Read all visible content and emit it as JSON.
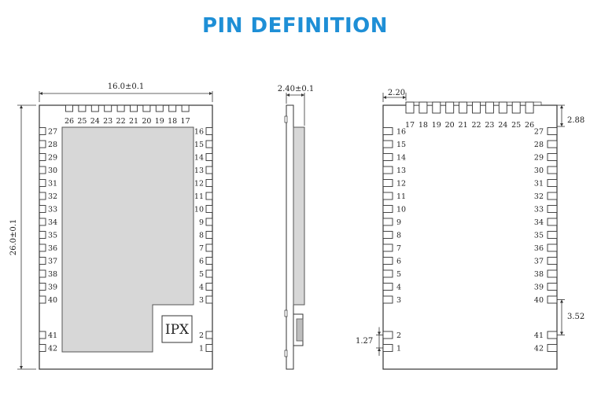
{
  "title": "PIN DEFINITION",
  "front_view": {
    "width_dim": "16.0±0.1",
    "height_dim": "26.0±0.1",
    "top_pins": [
      "26",
      "25",
      "24",
      "23",
      "22",
      "21",
      "20",
      "19",
      "18",
      "17"
    ],
    "left_pins": [
      "27",
      "28",
      "29",
      "30",
      "31",
      "32",
      "33",
      "34",
      "35",
      "36",
      "37",
      "38",
      "39",
      "40",
      "41",
      "42"
    ],
    "right_pins": [
      "16",
      "15",
      "14",
      "13",
      "12",
      "11",
      "10",
      "9",
      "8",
      "7",
      "6",
      "5",
      "4",
      "3",
      "2",
      "1"
    ],
    "antenna_label": "IPX"
  },
  "side_view": {
    "thickness_dim": "2.40±0.1"
  },
  "pad_view": {
    "top_pins": [
      "17",
      "18",
      "19",
      "20",
      "21",
      "22",
      "23",
      "24",
      "25",
      "26"
    ],
    "left_pins": [
      "16",
      "15",
      "14",
      "13",
      "12",
      "11",
      "10",
      "9",
      "8",
      "7",
      "6",
      "5",
      "4",
      "3",
      "2",
      "1"
    ],
    "right_pins": [
      "27",
      "28",
      "29",
      "30",
      "31",
      "32",
      "33",
      "34",
      "35",
      "36",
      "37",
      "38",
      "39",
      "40",
      "41",
      "42"
    ],
    "dim_offset": "2.20",
    "dim_top": "2.88",
    "dim_gap": "3.52",
    "dim_pitch": "1.27"
  }
}
